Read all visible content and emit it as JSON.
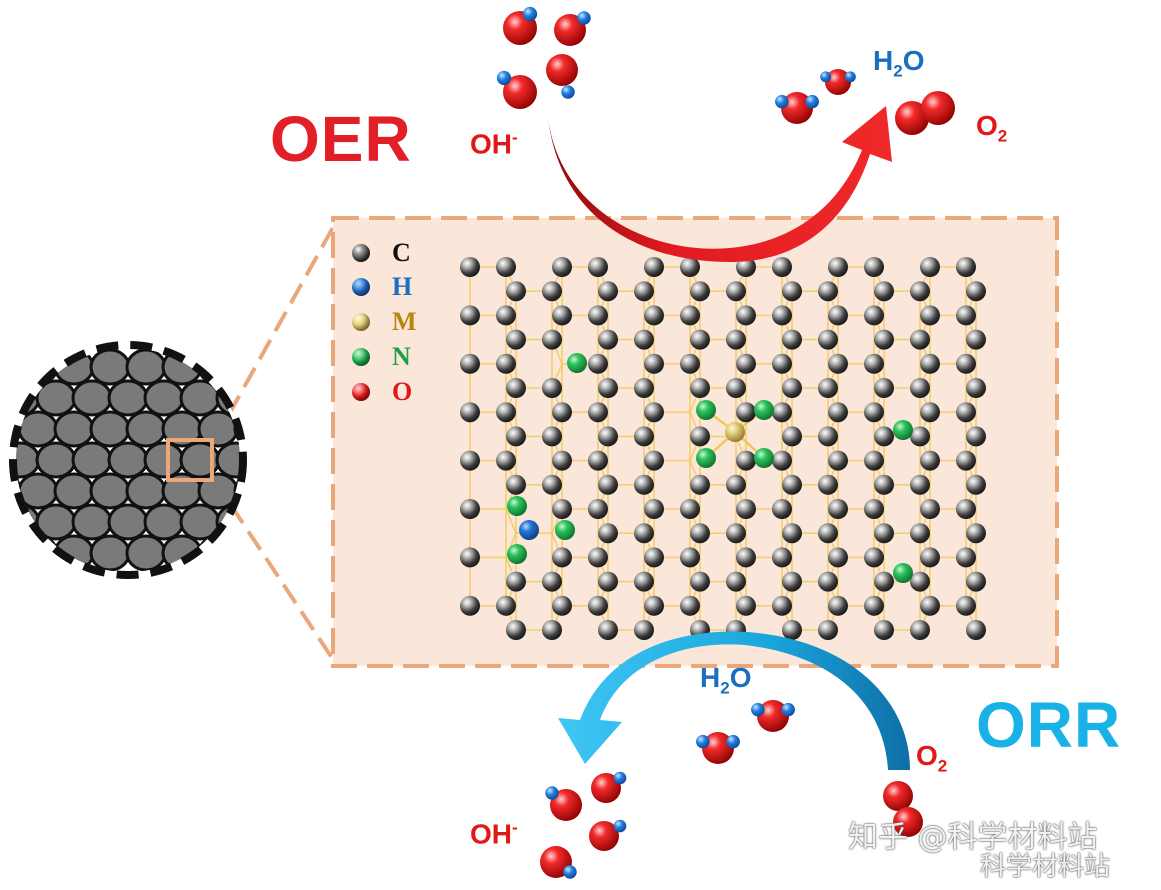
{
  "labels": {
    "oer": "OER",
    "orr": "ORR",
    "oer_reactant_oh": "OH",
    "oer_reactant_oh_charge": "-",
    "oer_product_h2o_h": "H",
    "oer_product_h2o_sub": "2",
    "oer_product_h2o_o": "O",
    "oer_product_o2": "O",
    "oer_product_o2_sub": "2",
    "orr_h2o_h": "H",
    "orr_h2o_sub": "2",
    "orr_h2o_o": "O",
    "orr_o2": "O",
    "orr_o2_sub": "2",
    "orr_oh": "OH",
    "orr_oh_charge": "-"
  },
  "legend": [
    {
      "symbol": "C",
      "color": "#2b2b2b",
      "text_color": "#111111"
    },
    {
      "symbol": "H",
      "color": "#1a5fb4",
      "text_color": "#1b6fc0"
    },
    {
      "symbol": "M",
      "color": "#d8c36a",
      "text_color": "#b8860b"
    },
    {
      "symbol": "N",
      "color": "#1fae4b",
      "text_color": "#1f9e49"
    },
    {
      "symbol": "O",
      "color": "#e01818",
      "text_color": "#e01818"
    }
  ],
  "watermark": {
    "line1": "知乎 @科学材料站",
    "line2": "科学材料站"
  },
  "colors": {
    "oer_arrow": "#d9161c",
    "orr_arrow": "#1aa3dc",
    "panel_fill": "#fbe6da",
    "panel_border": "#eaa77a",
    "carbon": "#3a3a3a",
    "bond": "#f3c64a"
  }
}
